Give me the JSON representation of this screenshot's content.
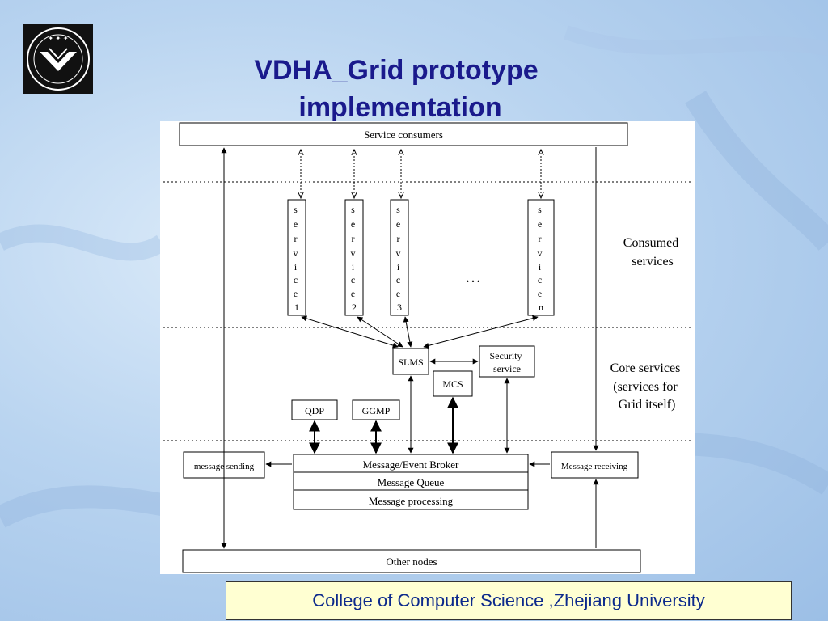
{
  "slide": {
    "title_line1": "VDHA_Grid prototype",
    "title_line2": "implementation",
    "footer": "College of Computer Science ,Zhejiang University",
    "accent_color": "#1a1a8c"
  },
  "diagram": {
    "service_consumers": "Service consumers",
    "other_nodes": "Other nodes",
    "services": [
      {
        "letters": [
          "s",
          "e",
          "r",
          "v",
          "i",
          "c",
          "e",
          "1"
        ]
      },
      {
        "letters": [
          "s",
          "e",
          "r",
          "v",
          "i",
          "c",
          "e",
          "2"
        ]
      },
      {
        "letters": [
          "s",
          "e",
          "r",
          "v",
          "i",
          "c",
          "e",
          "3"
        ]
      },
      {
        "letters": [
          "s",
          "e",
          "r",
          "v",
          "i",
          "c",
          "e",
          "n"
        ]
      }
    ],
    "ellipsis": "…",
    "layer_labels": {
      "consumed": [
        "Consumed",
        "services"
      ],
      "core": [
        "Core services",
        "(services for",
        "Grid itself)"
      ]
    },
    "boxes": {
      "slms": "SLMS",
      "security": [
        "Security",
        "service"
      ],
      "mcs": "MCS",
      "qdp": "QDP",
      "ggmp": "GGMP",
      "message_sending": "message sending",
      "message_receiving": "Message receiving",
      "broker": "Message/Event Broker",
      "queue": "Message Queue",
      "processing": "Message processing"
    }
  }
}
